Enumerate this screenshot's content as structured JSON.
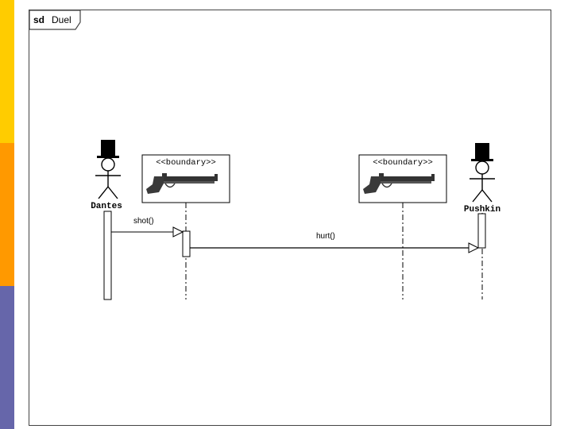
{
  "colors": {
    "stripe_top": "#FFCC00",
    "stripe_middle": "#FF9900",
    "stripe_bottom": "#6666AA",
    "line": "#000000",
    "frame_border": "#444444"
  },
  "frame": {
    "keyword": "sd",
    "name": "Duel"
  },
  "lifelines": [
    {
      "id": "dantes",
      "kind": "actor",
      "label": "Dantes"
    },
    {
      "id": "pistol1",
      "kind": "boundary",
      "stereotype": "<<boundary>>",
      "icon": "pistol-icon"
    },
    {
      "id": "pistol2",
      "kind": "boundary",
      "stereotype": "<<boundary>>",
      "icon": "pistol-icon"
    },
    {
      "id": "pushkin",
      "kind": "actor",
      "label": "Pushkin"
    }
  ],
  "messages": [
    {
      "from": "dantes",
      "to": "pistol1",
      "label": "shot()"
    },
    {
      "from": "pistol1",
      "to": "pushkin",
      "label": "hurt()"
    }
  ]
}
